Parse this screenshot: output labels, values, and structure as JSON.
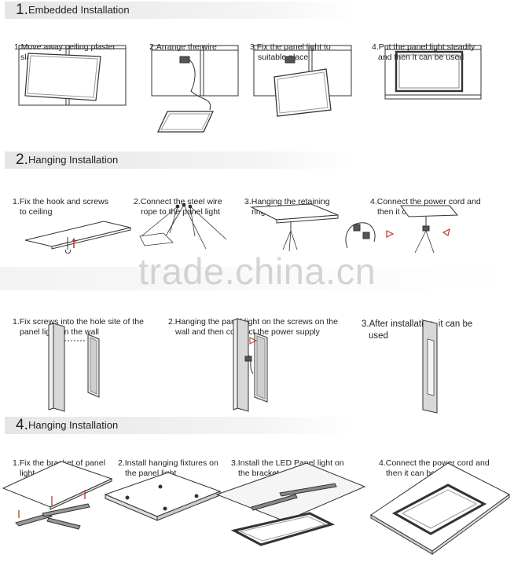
{
  "sections": [
    {
      "number": "1.",
      "title": "Embedded Installation",
      "steps": [
        {
          "lines": [
            "1.Move away ceiling plaster",
            "slab"
          ]
        },
        {
          "lines": [
            "2.Arrange the wire"
          ]
        },
        {
          "lines": [
            "3.Fix the panel light to",
            "suitable place"
          ]
        },
        {
          "lines": [
            "4.Put the panel light steadily",
            "and then it can be used"
          ]
        }
      ]
    },
    {
      "number": "2.",
      "title": "Hanging Installation",
      "steps": [
        {
          "lines": [
            "1.Fix the hook and screws",
            "to ceiling"
          ]
        },
        {
          "lines": [
            "2.Connect the steel wire",
            "rope to the panel light"
          ]
        },
        {
          "lines": [
            "3.Hanging the retaining",
            "rings on the hook"
          ]
        },
        {
          "lines": [
            "4.Connect the power cord and",
            "then it can be used"
          ]
        }
      ]
    },
    {
      "number": "",
      "title": "",
      "steps": [
        {
          "lines": [
            "1.Fix screws into the hole site of the",
            "panel light on the wall"
          ]
        },
        {
          "lines": [
            "2.Hanging the panel light on the screws on the",
            "wall and then connect the power supply"
          ]
        },
        {
          "lines": [
            "3.After installation, it can be",
            "used"
          ]
        }
      ]
    },
    {
      "number": "4.",
      "title": "Hanging Installation",
      "steps": [
        {
          "lines": [
            "1.Fix the bracket of panel",
            "light on the ceiling"
          ]
        },
        {
          "lines": [
            "2.Install hanging fixtures on",
            "the panel light"
          ]
        },
        {
          "lines": [
            "3.Install the LED Panel light on",
            "the bracket"
          ]
        },
        {
          "lines": [
            "4.Connect the power cord and",
            "then it can be used"
          ]
        }
      ]
    }
  ],
  "watermark": "trade.china.cn",
  "colors": {
    "line": "#333333",
    "arrow": "#c0392b",
    "band": "#e6e6e6",
    "watermark": "#b4b4b4"
  }
}
